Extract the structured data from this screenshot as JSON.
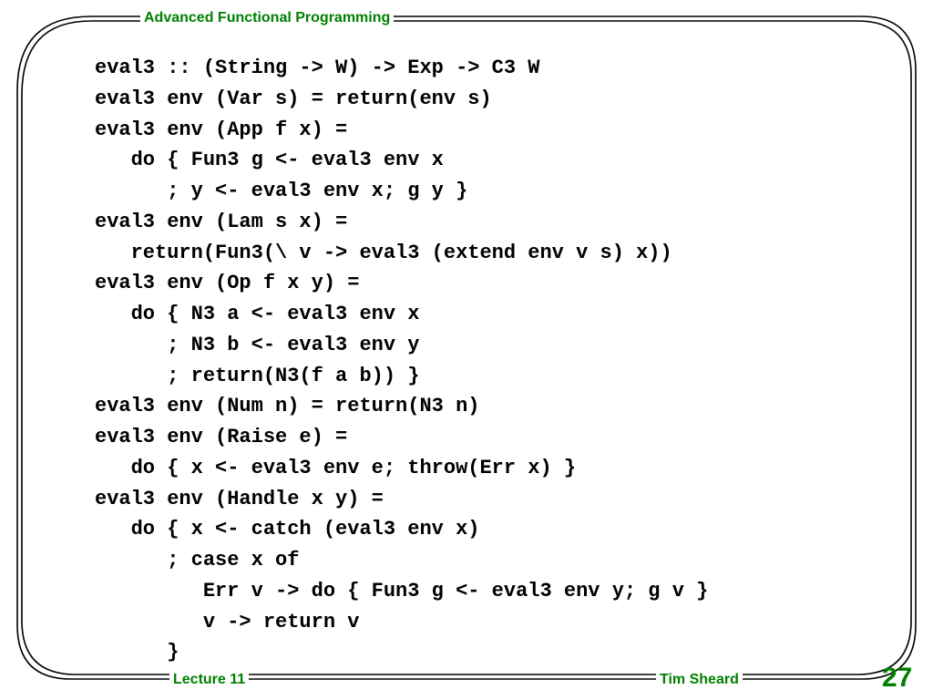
{
  "header": {
    "title": "Advanced Functional Programming"
  },
  "footer": {
    "lecture": "Lecture 11",
    "author": "Tim Sheard",
    "page_number": "27"
  },
  "colors": {
    "accent": "#008000",
    "frame": "#000000",
    "text": "#000000"
  },
  "code": {
    "lines": [
      "eval3 :: (String -> W) -> Exp -> C3 W",
      "eval3 env (Var s) = return(env s)",
      "eval3 env (App f x) =",
      "   do { Fun3 g <- eval3 env x",
      "      ; y <- eval3 env x; g y }",
      "eval3 env (Lam s x) =",
      "   return(Fun3(\\ v -> eval3 (extend env v s) x))",
      "eval3 env (Op f x y) =",
      "   do { N3 a <- eval3 env x",
      "      ; N3 b <- eval3 env y",
      "      ; return(N3(f a b)) }",
      "eval3 env (Num n) = return(N3 n)",
      "eval3 env (Raise e) =",
      "   do { x <- eval3 env e; throw(Err x) }",
      "eval3 env (Handle x y) =",
      "   do { x <- catch (eval3 env x)",
      "      ; case x of",
      "         Err v -> do { Fun3 g <- eval3 env y; g v }",
      "         v -> return v",
      "      }"
    ]
  }
}
